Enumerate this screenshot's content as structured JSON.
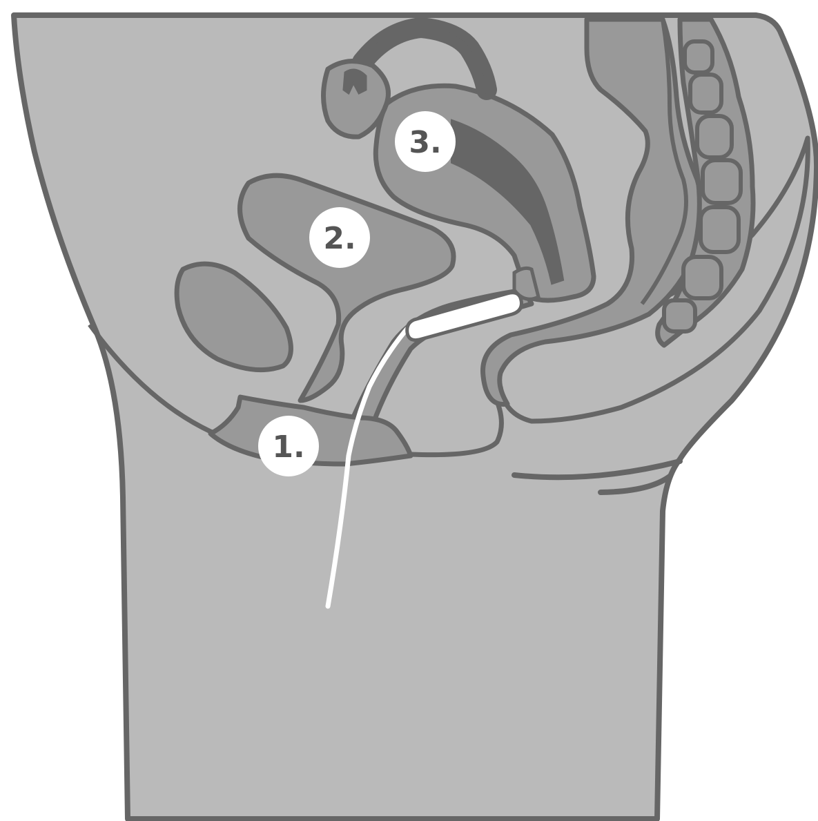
{
  "colors": {
    "background": "#ffffff",
    "outline": "#666666",
    "body_fill": "#bababa",
    "organ_fill": "#999999",
    "dark_fill": "#666666",
    "tampon_fill": "#ffffff",
    "marker_fill": "#ffffff",
    "marker_text": "#555555"
  },
  "markers": [
    {
      "id": "1",
      "label": "1."
    },
    {
      "id": "2",
      "label": "2."
    },
    {
      "id": "3",
      "label": "3."
    }
  ]
}
